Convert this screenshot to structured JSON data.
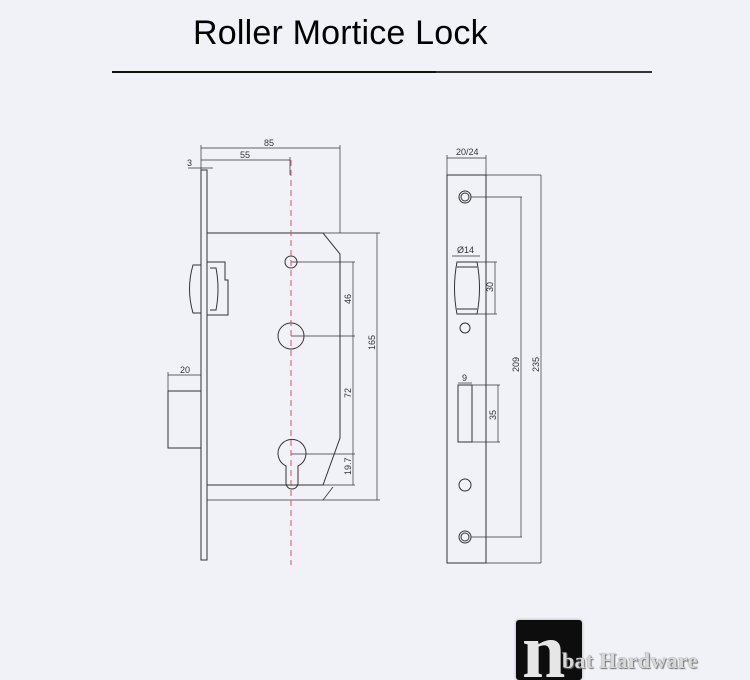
{
  "header": {
    "title": "Roller Mortice Lock"
  },
  "front_view": {
    "dimensions": {
      "overall_depth": "85",
      "backset": "55",
      "faceplate_thickness": "3",
      "latch_projection": "20",
      "handle_to_cylinder": "46",
      "cylinder_center_distance": "72",
      "case_height": "165",
      "cylinder_offset": "19.7"
    },
    "centerline_color": "#e05050"
  },
  "side_view": {
    "dimensions": {
      "faceplate_width": "20/24",
      "roller_diameter": "Ø14",
      "roller_height": "30",
      "bolt_width": "9",
      "bolt_height": "35",
      "screw_hole_spacing": "209",
      "faceplate_length": "235"
    }
  },
  "logo": {
    "letter": "n",
    "text": "bat Hardware"
  },
  "colors": {
    "background": "#f1f2f7",
    "line": "#333333",
    "centerline": "#e05050"
  }
}
